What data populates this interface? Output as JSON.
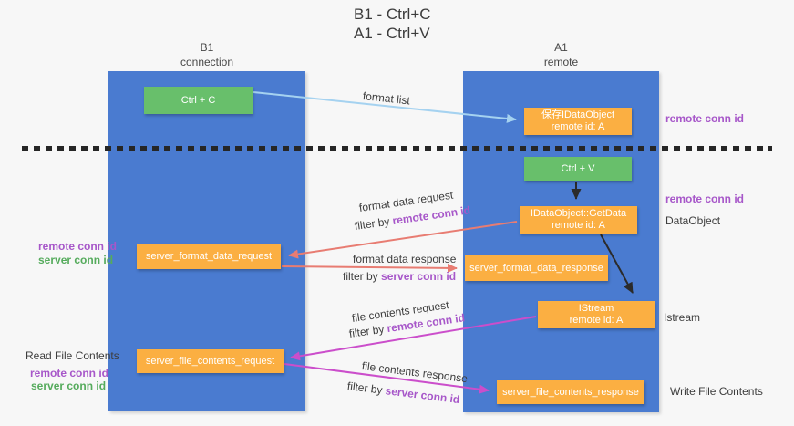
{
  "title": {
    "line1": "B1 - Ctrl+C",
    "line2": "A1 - Ctrl+V"
  },
  "columns": {
    "left": {
      "name": "B1",
      "role": "connection"
    },
    "right": {
      "name": "A1",
      "role": "remote"
    }
  },
  "nodes": {
    "ctrl_c": "Ctrl + C",
    "ctrl_v": "Ctrl + V",
    "save_obj": {
      "line1": "保存IDataObject",
      "line2": "remote id: A"
    },
    "getdata": {
      "line1": "IDataObject::GetData",
      "line2": "remote id: A"
    },
    "istream": {
      "line1": "IStream",
      "line2": "remote id: A"
    },
    "fmt_req": "server_format_data_request",
    "fmt_resp": "server_format_data_response",
    "file_req": "server_file_contents_request",
    "file_resp": "server_file_contents_response"
  },
  "arrow_labels": {
    "format_list": "format list",
    "format_data_request": "format data request",
    "format_data_response": "format data response",
    "file_contents_request": "file contents request",
    "file_contents_response": "file contents response",
    "filter_by": "filter by"
  },
  "keys": {
    "remote": "remote conn id",
    "server": "server conn id"
  },
  "side_labels": {
    "read_file_contents": "Read File Contents",
    "write_file_contents": "Write File Contents",
    "dataobject": "DataObject",
    "istream": "Istream"
  },
  "colors": {
    "column_blue": "#4a7bd0",
    "box_green": "#68bf6b",
    "box_orange": "#fbaf42",
    "arrow_red": "#e87c72",
    "arrow_magenta": "#cb4ecb",
    "arrow_light_blue": "#a5d2f0",
    "arrow_black": "#2b2b2b",
    "label_purple": "#a757c9",
    "label_green": "#55ab5c"
  }
}
